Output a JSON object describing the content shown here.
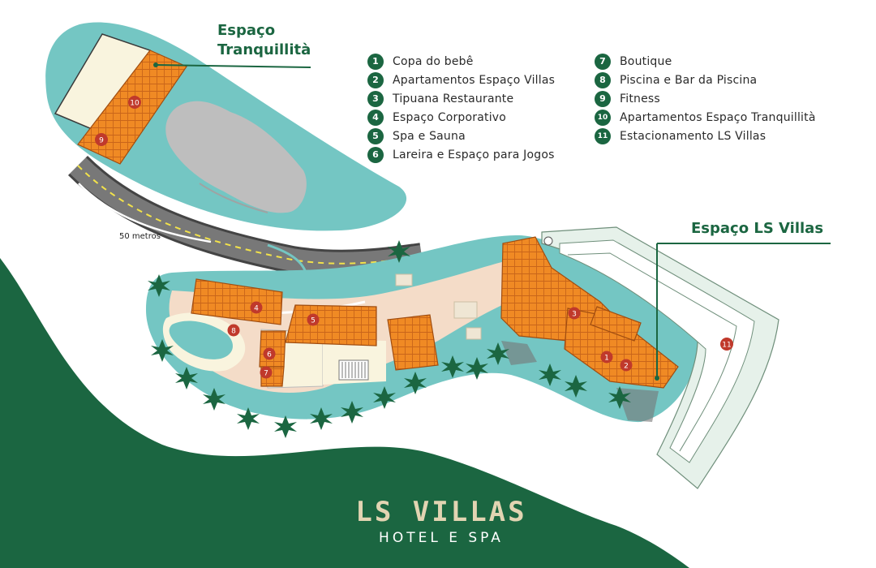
{
  "headings": {
    "tranquillita_line1": "Espaço",
    "tranquillita_line2": "Tranquillità",
    "villas": "Espaço LS Villas"
  },
  "legend": [
    {
      "num": "1",
      "label": "Copa do bebê"
    },
    {
      "num": "2",
      "label": "Apartamentos Espaço Villas"
    },
    {
      "num": "3",
      "label": "Tipuana Restaurante"
    },
    {
      "num": "4",
      "label": "Espaço Corporativo"
    },
    {
      "num": "5",
      "label": "Spa e Sauna"
    },
    {
      "num": "6",
      "label": "Lareira e Espaço para Jogos"
    },
    {
      "num": "7",
      "label": "Boutique"
    },
    {
      "num": "8",
      "label": "Piscina e Bar da Piscina"
    },
    {
      "num": "9",
      "label": "Fitness"
    },
    {
      "num": "10",
      "label": "Apartamentos Espaço Tranquillità"
    },
    {
      "num": "11",
      "label": "Estacionamento LS Villas"
    }
  ],
  "scale_label": "50 metros",
  "brand": {
    "name": "LS VILLAS",
    "tagline": "HOTEL E SPA"
  },
  "colors": {
    "dark_green": "#1b6641",
    "teal": "#74c6c3",
    "roof_orange": "#f08a24",
    "marker_red": "#c0392b",
    "sand": "#f4dcc8",
    "cream": "#f9f4de",
    "gray": "#c7c7c7"
  },
  "icons": [
    "palm-tree-icon",
    "parking-icon"
  ]
}
